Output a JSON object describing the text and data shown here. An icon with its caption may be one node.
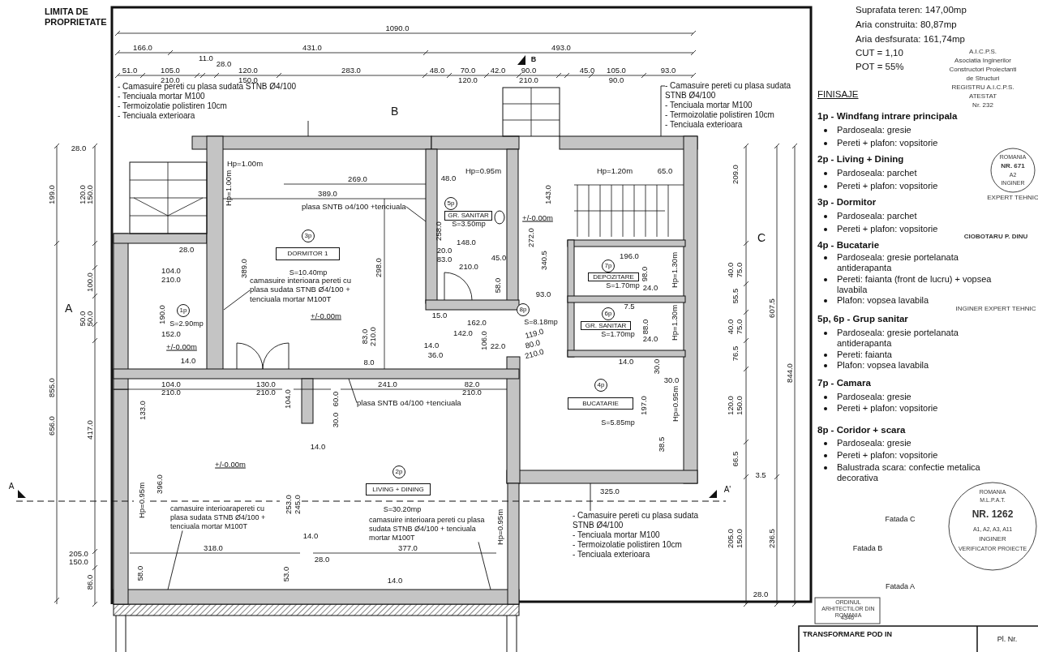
{
  "diagram": {
    "nodes": [
      {
        "text": [
          "- Camasuire pereti cu plasa sudata STNB Ø4/100",
          "- Tenciuala mortar M100",
          "- Termoizolatie polistiren 10cm",
          "- Tenciuala exterioara"
        ]
      },
      {
        "text": [
          "- Camasuire pereti cu plasa sudata STNB Ø4/100",
          "- Tenciuala mortar M100",
          "- Termoizolatie polistiren 10cm",
          "- Tenciuala exterioara"
        ]
      },
      {
        "text": [
          "- Camasuire pereti cu plasa sudata STNB Ø4/100",
          "- Tenciuala mortar M100",
          "- Termoizolatie polistiren 10cm",
          "- Tenciuala exterioara"
        ]
      },
      {
        "text": [
          "plasa SNTB o4/100 +tenciuala"
        ]
      },
      {
        "text": [
          "camasuire interioara pereti cu plasa sudata STNB Ø4/100 + tenciuala mortar M100T"
        ]
      },
      {
        "text": [
          "plasa SNTB o4/100 +tenciuala"
        ]
      },
      {
        "text": [
          "camasuire interioarapereti cu plasa sudata STNB Ø4/100 + tenciuala mortar M100T"
        ]
      },
      {
        "text": [
          "camasuire interioara pereti cu plasa sudata STNB Ø4/100 + tenciuala mortar M100T"
        ]
      },
      {
        "text": [
          "A"
        ]
      },
      {
        "text": [
          "B"
        ]
      },
      {
        "text": [
          "C"
        ]
      },
      {
        "text": [
          "1p"
        ]
      },
      {
        "text": [
          "3p"
        ]
      },
      {
        "text": [
          "DORMITOR 1"
        ]
      },
      {
        "text": [
          "5p"
        ]
      },
      {
        "text": [
          "GR. SANITAR"
        ]
      },
      {
        "text": [
          "8p"
        ]
      },
      {
        "text": [
          "7p"
        ]
      },
      {
        "text": [
          "DEPOZITARE"
        ]
      },
      {
        "text": [
          "6p"
        ]
      },
      {
        "text": [
          "GR. SANITAR"
        ]
      },
      {
        "text": [
          "4p"
        ]
      },
      {
        "text": [
          "BUCATARIE"
        ]
      },
      {
        "text": [
          "2p"
        ]
      },
      {
        "text": [
          "LIVING + DINING"
        ]
      }
    ],
    "edges": [
      {
        "from": 0,
        "to": null,
        "arrow": "none"
      },
      {
        "from": 1,
        "to": null,
        "arrow": "none"
      },
      {
        "from": 2,
        "to": null,
        "arrow": "none"
      },
      {
        "from": 3,
        "to": null,
        "arrow": "none"
      },
      {
        "from": 4,
        "to": null,
        "arrow": "none"
      },
      {
        "from": 5,
        "to": null,
        "arrow": "none"
      },
      {
        "from": 6,
        "to": null,
        "arrow": "none"
      },
      {
        "from": 7,
        "to": null,
        "arrow": "none"
      }
    ],
    "labels": [
      "LIMITA DE PROPRIETATE",
      "1090.0",
      "166.0",
      "431.0",
      "493.0",
      "51.0",
      "105.0",
      "210.0",
      "11.0",
      "28.0",
      "120.0",
      "150.0",
      "283.0",
      "48.0",
      "70.0",
      "120.0",
      "42.0",
      "90.0",
      "210.0",
      "45.0",
      "105.0",
      "90.0",
      "93.0",
      "B",
      "28.0",
      "199.0",
      "120.0",
      "150.0",
      "100.0",
      "50.0",
      "50.0",
      "855.0",
      "656.0",
      "417.0",
      "205.0",
      "150.0",
      "86.0",
      "28.0",
      "104.0",
      "210.0",
      "190.0",
      "152.0",
      "+/-0.00m",
      "14.0",
      "104.0",
      "210.0",
      "133.0",
      "Hp=1.00m",
      "Hp=1.00m",
      "269.0",
      "389.0",
      "389.0",
      "298.0",
      "+/-0.00m",
      "83.0",
      "210.0",
      "8.0",
      "130.0",
      "210.0",
      "Hp=0.95m",
      "48.0",
      "258.0",
      "148.0",
      "20.0",
      "83.0",
      "45.0",
      "210.0",
      "58.0",
      "143.0",
      "+/-0.00m",
      "272.0",
      "340.5",
      "93.0",
      "15.0",
      "162.0",
      "142.0",
      "106.0",
      "14.0",
      "36.0",
      "22.0",
      "119.0",
      "80.0",
      "210.0",
      "Hp=1.20m",
      "65.0",
      "196.0",
      "98.0",
      "24.0",
      "7.5",
      "88.0",
      "24.0",
      "Hp=1.30m",
      "Hp=1.30m",
      "14.0",
      "30.0",
      "30.0",
      "197.0",
      "Hp=0.95m",
      "38.5",
      "325.0",
      "209.0",
      "40.0",
      "75.0",
      "55.5",
      "40.0",
      "75.0",
      "76.5",
      "120.0",
      "150.0",
      "66.5",
      "3.5",
      "205.0",
      "150.0",
      "607.5",
      "844.0",
      "236.5",
      "28.0",
      "241.0",
      "82.0",
      "210.0",
      "104.0",
      "60.0",
      "30.0",
      "14.0",
      "+/-0.00m",
      "396.0",
      "253.0",
      "245.0",
      "Hp=0.95m",
      "Hp=0.95m",
      "14.0",
      "318.0",
      "377.0",
      "28.0",
      "58.0",
      "53.0",
      "14.0",
      "A",
      "A'",
      "S=10.40mp",
      "S=3.50mp",
      "S=2.90mp",
      "S=8.18mp",
      "S=1.70mp",
      "S=1.70mp",
      "S=5.85mp",
      "S=30.20mp",
      "Suprafata teren: 147,00mp",
      "Aria construita: 80,87mp",
      "Aria desfsurata: 161,74mp",
      "CUT = 1,10",
      "POT = 55%",
      "FINISAJE",
      "1p - Windfang intrare principala",
      "Pardoseala: gresie",
      "Pereti + plafon: vopsitorie",
      "2p - Living + Dining",
      "Pardoseala: parchet",
      "Pereti + plafon: vopsitorie",
      "3p - Dormitor",
      "Pardoseala: parchet",
      "Pereti + plafon: vopsitorie",
      "4p - Bucatarie",
      "Pardoseala: gresie portelanata antiderapanta",
      "Pereti: faianta (front de lucru) + vopsea lavabila",
      "Plafon: vopsea lavabila",
      "5p, 6p - Grup sanitar",
      "Pardoseala: gresie portelanata antiderapanta",
      "Pereti: faianta",
      "Plafon: vopsea lavabila",
      "7p - Camara",
      "Pardoseala: gresie",
      "Pereti + plafon: vopsitorie",
      "8p - Coridor + scara",
      "Pardoseala: gresie",
      "Pereti + plafon: vopsitorie",
      "Balustrada scara: confectie metalica decorativa",
      "Fatada C",
      "Fatada B",
      "Fatada A",
      "A.I.C.P.S.",
      "Asociatia Inginerilor",
      "Constructori Proiectanti",
      "de Structuri",
      "REGISTRU A.I.C.P.S.",
      "ATESTAT",
      "Nr. 232",
      "ROMANIA",
      "NR. 671",
      "A2",
      "INGINER",
      "EXPERT TEHNIC",
      "CIOBOTARU P. DINU",
      "INGINER EXPERT TEHNIC",
      "ROMANIA",
      "M.L.P.A.T.",
      "NR. 1262",
      "A1, A2, A3, A11",
      "INGINER",
      "VERIFICATOR PROIECTE",
      "ORDINUL ARHITECTILOR DIN ROMANIA",
      "4340",
      "TRANSFORMARE POD IN",
      "Pl. Nr."
    ]
  }
}
